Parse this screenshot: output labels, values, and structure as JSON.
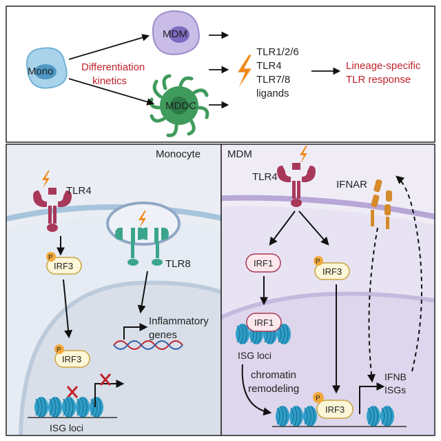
{
  "top_panel": {
    "mono_label": "Mono",
    "mdm_label": "MDM",
    "mddc_label": "MDDC",
    "differentiation_line1": "Differentiation",
    "differentiation_line2": "kinetics",
    "ligands": [
      "TLR1/2/6",
      "TLR4",
      "TLR7/8",
      "ligands"
    ],
    "response_line1": "Lineage-specific",
    "response_line2": "TLR response"
  },
  "monocyte_panel": {
    "title": "Monocyte",
    "tlr4_label": "TLR4",
    "tlr8_label": "TLR8",
    "irf3_label": "IRF3",
    "irf3_nuclear_label": "IRF3",
    "phospho_label": "P",
    "inflammatory_line1": "Inflammatory",
    "inflammatory_line2": "genes",
    "isg_loci_label": "ISG loci"
  },
  "mdm_panel": {
    "title": "MDM",
    "tlr4_label": "TLR4",
    "ifnar_label": "IFNAR",
    "irf1_label": "IRF1",
    "irf1_nuclear_label": "IRF1",
    "irf3_label": "IRF3",
    "irf3_nuclear_label": "IRF3",
    "phospho_label": "P",
    "isg_loci_label": "ISG loci",
    "chromatin_line1": "chromatin",
    "chromatin_line2": "remodeling",
    "ifnb_label": "IFNB",
    "isgs_label": "ISGs"
  },
  "colors": {
    "red_text": "#c0212b",
    "receptor": "#a8385a",
    "tlr8": "#3aa58c",
    "irf_fill": "#fdf6d8",
    "irf_border": "#c7a43f",
    "phospho": "#f2a93b",
    "nucleosome": "#2e9fc9",
    "lightning": "#f08a1c",
    "mdm_cell": "#b4a4d9",
    "mddc_cell": "#3f9b5c",
    "mono_cell": "#a9d3ea"
  },
  "icons": [
    "lightning-icon",
    "tlr4-receptor-icon",
    "tlr8-receptor-icon",
    "ifnar-receptor-icon",
    "nucleosome-icon",
    "dna-helix-icon",
    "transcription-arrow-icon",
    "block-x-icon"
  ]
}
